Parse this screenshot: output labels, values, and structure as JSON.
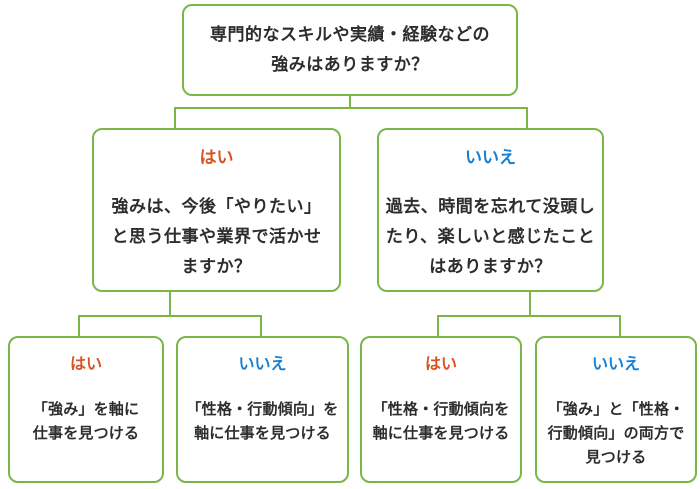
{
  "colors": {
    "border": "#7ab648",
    "yes": "#d9531f",
    "no": "#1681d4",
    "text": "#2d2d2d",
    "background": "#ffffff"
  },
  "root": {
    "question": "専門的なスキルや実績・経験などの\n強みはありますか？"
  },
  "branches": [
    {
      "label": "はい",
      "question": "強みは、今後「やりたい」\nと思う仕事や業界で活かせ\nますか？",
      "children": [
        {
          "label": "はい",
          "result": "「強み」を軸に\n仕事を見つける"
        },
        {
          "label": "いいえ",
          "result": "「性格・行動傾向」を\n軸に仕事を見つける"
        }
      ]
    },
    {
      "label": "いいえ",
      "question": "過去、時間を忘れて没頭し\nたり、楽しいと感じたこと\nはありますか？",
      "children": [
        {
          "label": "はい",
          "result": "「性格・行動傾向を\n軸に仕事を見つける"
        },
        {
          "label": "いいえ",
          "result": "「強み」と「性格・\n行動傾向」の両方で\n見つける"
        }
      ]
    }
  ]
}
